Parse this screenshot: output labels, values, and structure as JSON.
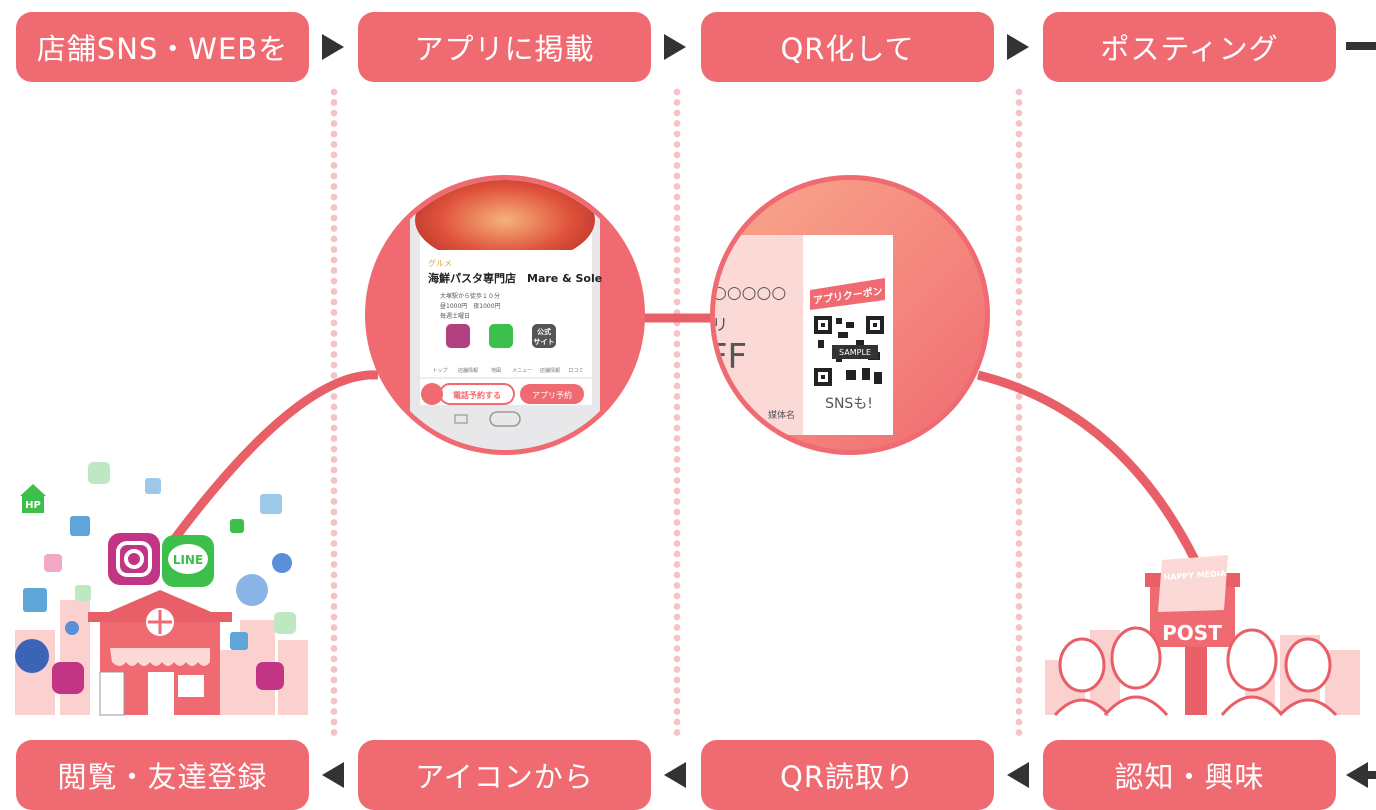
{
  "top_steps": [
    {
      "label": "店舗SNS・WEBを"
    },
    {
      "label": "アプリに掲載"
    },
    {
      "label": "QR化して"
    },
    {
      "label": "ポスティング"
    }
  ],
  "bottom_steps": [
    {
      "label": "閲覧・友達登録"
    },
    {
      "label": "アイコンから"
    },
    {
      "label": "QR読取り"
    },
    {
      "label": "認知・興味"
    }
  ],
  "app_screen": {
    "category": "グルメ",
    "shop_name": "海鮮パスタ専門店　Mare & Sole",
    "info_lines": [
      "大塚駅から徒歩１０分",
      "昼1000円　夜1000円",
      "毎週土曜日"
    ],
    "official_site": [
      "公式",
      "サイト"
    ],
    "tabs": [
      "トップ",
      "店舗情報",
      "地図",
      "メニュー",
      "店舗情報",
      "口コミ"
    ],
    "call_button": "電話予約する",
    "app_button": "アプリ予約"
  },
  "flyer": {
    "circles": "○○○○○",
    "side_char": "リ",
    "off_text": "FF",
    "media_name": "媒体名",
    "coupon_label": "アプリクーポン",
    "sample": "SAMPLE",
    "sns_text": "SNSも!"
  },
  "post": {
    "mailbox_label": "POST",
    "paper_label": "HAPPY MEDIA"
  },
  "icons": {
    "line_text": "LINE",
    "hp_text": "HP"
  },
  "colors": {
    "accent": "#f06a71",
    "arc": "#e85f67",
    "arrow": "#333333",
    "dots": "#f5c3c5"
  }
}
